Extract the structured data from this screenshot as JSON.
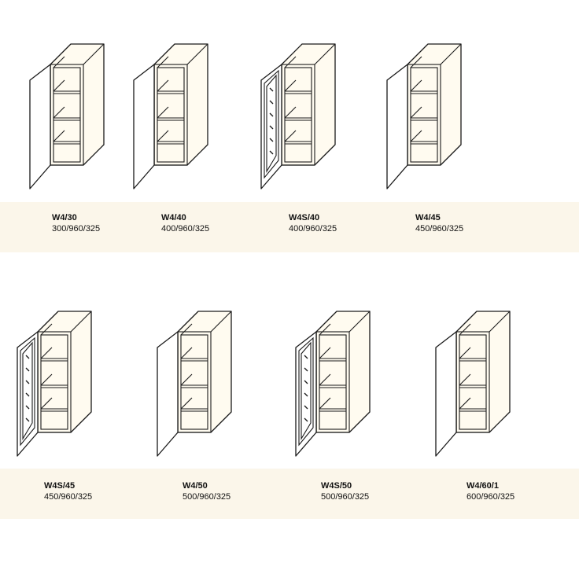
{
  "units": [
    {
      "code": "W4/30",
      "dims": "300/960/325",
      "door": "solid"
    },
    {
      "code": "W4/40",
      "dims": "400/960/325",
      "door": "solid"
    },
    {
      "code": "W4S/40",
      "dims": "400/960/325",
      "door": "glass"
    },
    {
      "code": "W4/45",
      "dims": "450/960/325",
      "door": "solid"
    },
    {
      "code": "W4S/45",
      "dims": "450/960/325",
      "door": "glass"
    },
    {
      "code": "W4/50",
      "dims": "500/960/325",
      "door": "solid"
    },
    {
      "code": "W4S/50",
      "dims": "500/960/325",
      "door": "glass"
    },
    {
      "code": "W4/60/1",
      "dims": "600/960/325",
      "door": "solid"
    }
  ]
}
